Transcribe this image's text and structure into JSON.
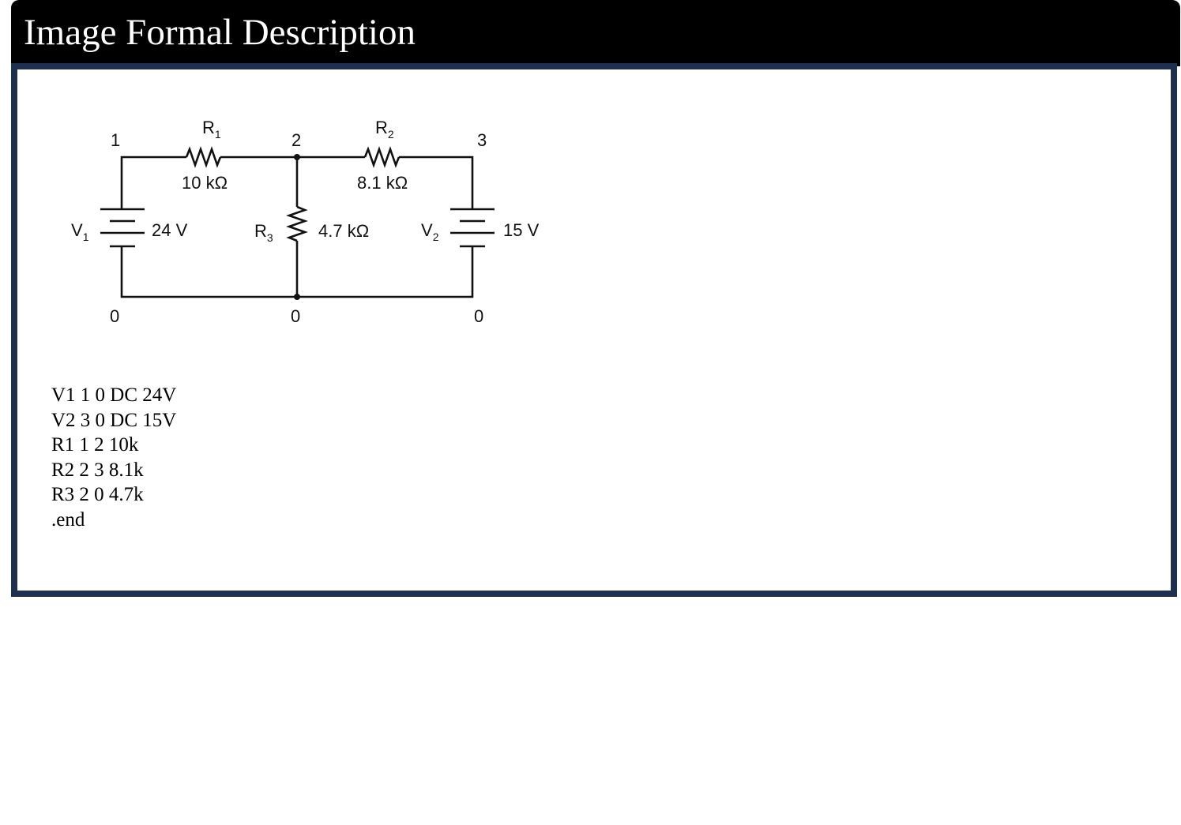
{
  "header": {
    "title": "Image Formal Description"
  },
  "colors": {
    "header_bg": "#000000",
    "panel_border": "#1f2f4f",
    "wire": "#111111"
  },
  "circuit": {
    "nodes": {
      "n1": "1",
      "n2": "2",
      "n3": "3",
      "g1": "0",
      "g2": "0",
      "g3": "0"
    },
    "r1": {
      "name": "R",
      "sub": "1",
      "value": "10 kΩ"
    },
    "r2": {
      "name": "R",
      "sub": "2",
      "value": "8.1 kΩ"
    },
    "r3": {
      "name": "R",
      "sub": "3",
      "value": "4.7 kΩ"
    },
    "v1": {
      "name": "V",
      "sub": "1",
      "value": "24 V"
    },
    "v2": {
      "name": "V",
      "sub": "2",
      "value": "15 V"
    }
  },
  "netlist": [
    "V1 1 0 DC 24V",
    "V2 3 0 DC 15V",
    "R1 1 2 10k",
    "R2 2 3 8.1k",
    "R3 2 0 4.7k",
    ".end"
  ]
}
